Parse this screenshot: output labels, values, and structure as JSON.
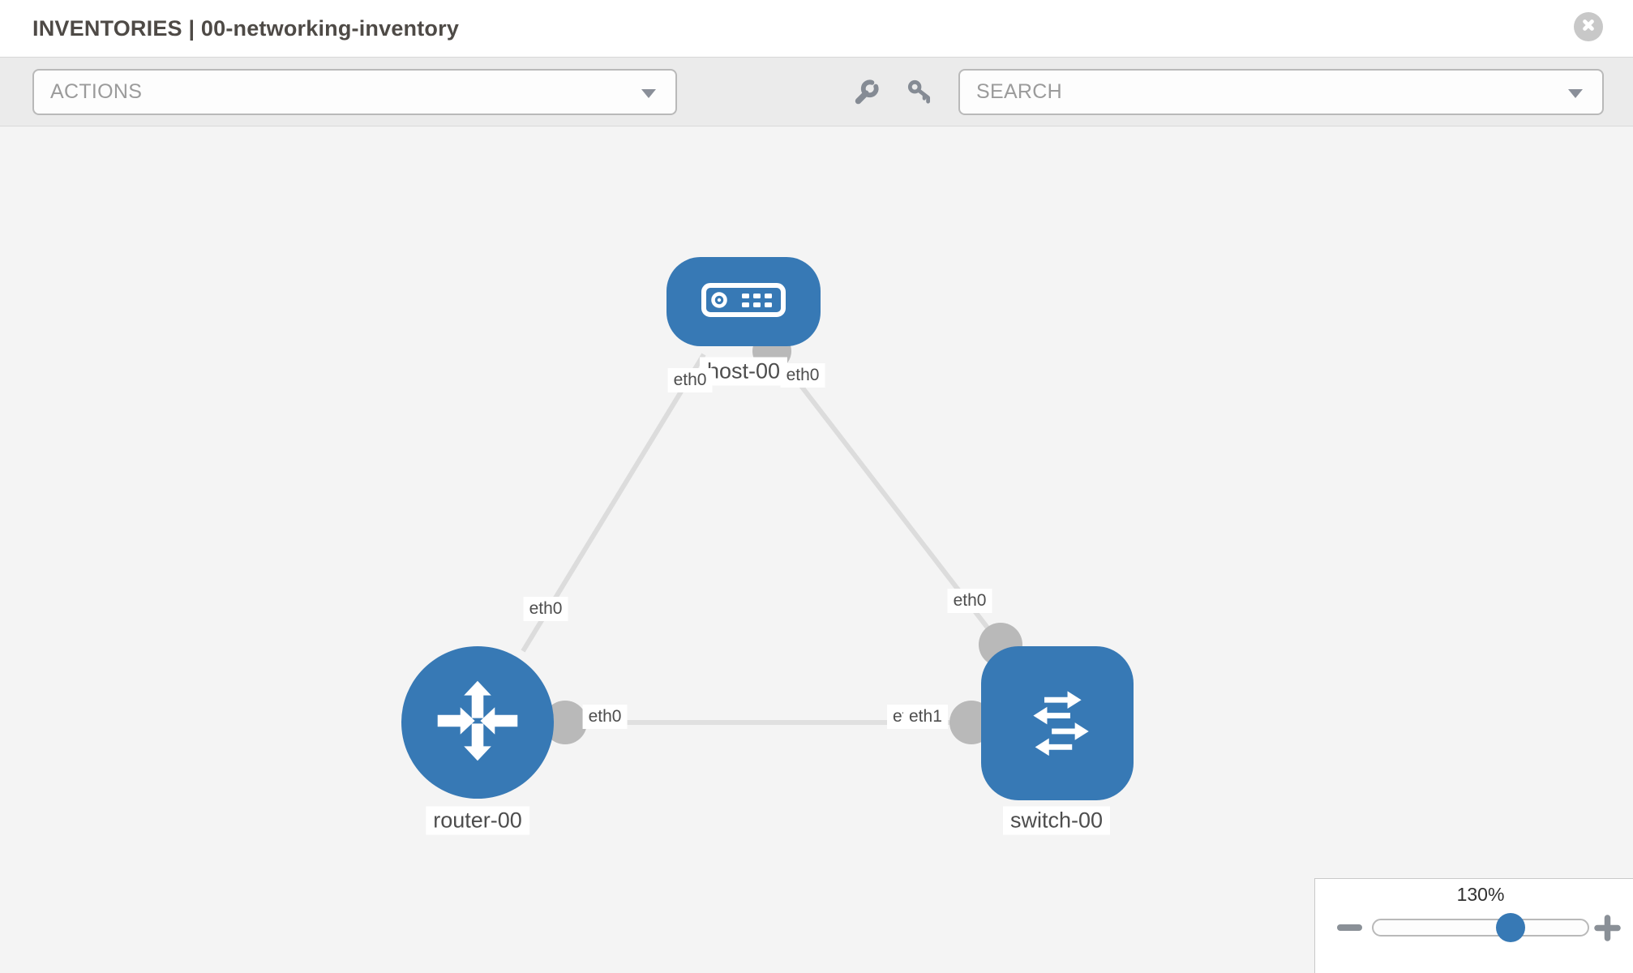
{
  "header": {
    "title": "INVENTORIES | 00-networking-inventory"
  },
  "toolbar": {
    "actions_label": "ACTIONS",
    "search_placeholder": "SEARCH",
    "icons": [
      "wrench-icon",
      "key-icon"
    ]
  },
  "topology": {
    "nodes": [
      {
        "id": "host-00",
        "type": "host",
        "label": "host-00"
      },
      {
        "id": "router-00",
        "type": "router",
        "label": "router-00"
      },
      {
        "id": "switch-00",
        "type": "switch",
        "label": "switch-00"
      }
    ],
    "edges": [
      {
        "from": "host-00",
        "to": "router-00",
        "from_if": "eth0",
        "to_if": "eth0"
      },
      {
        "from": "host-00",
        "to": "switch-00",
        "from_if": "eth0",
        "to_if": "eth0"
      },
      {
        "from": "router-00",
        "to": "switch-00",
        "from_if": "eth0",
        "to_if": "eth1"
      }
    ],
    "interface_labels": {
      "host_left": "eth0",
      "host_right": "eth0",
      "host_router_mid": "eth0",
      "host_switch_mid": "eth0",
      "router_switch_router_end": "eth0",
      "router_switch_under": "eth0",
      "router_switch_switch_end": "eth1"
    }
  },
  "zoom_control": {
    "value": "130%",
    "percent": 64
  },
  "colors": {
    "node_blue": "#3779b5",
    "edge_gray": "#dcdcdc",
    "endpoint_gray": "#b9b9b9",
    "toolbar_gray": "#ebebeb",
    "canvas_gray": "#f4f4f4"
  }
}
